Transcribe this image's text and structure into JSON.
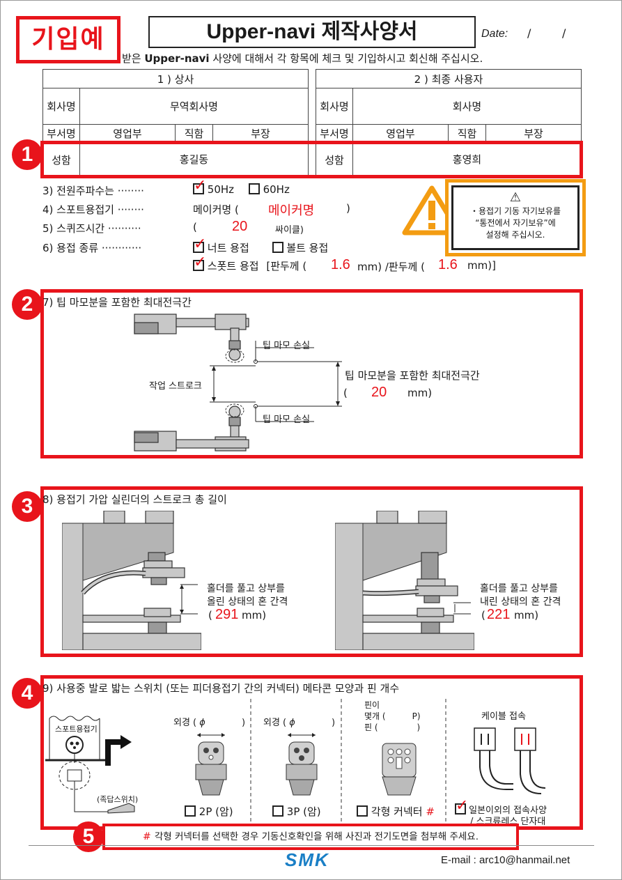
{
  "header": {
    "example_badge": "기입예",
    "title": "Upper-navi 제작사양서",
    "date_label": "Date:",
    "date_sep1": "/",
    "date_sep2": "/",
    "subtitle_prefix": "받은 ",
    "subtitle_brand": "Upper-navi",
    "subtitle_rest": " 사양에 대해서 각 항목에 체크 및 기입하시고 회신해 주십시오."
  },
  "table": {
    "left": {
      "heading": "1 ) 상사",
      "company_label": "회사명",
      "company_value": "무역회사명",
      "dept_label": "부서명",
      "dept_value": "영업부",
      "position_label": "직함",
      "position_value": "부장",
      "name_label": "성함",
      "name_value": "홍길동"
    },
    "right": {
      "heading": "2 ) 최종 사용자",
      "company_label": "회사명",
      "company_value": "회사명",
      "dept_label": "부서명",
      "dept_value": "영업부",
      "position_label": "직함",
      "position_value": "부장",
      "name_label": "성함",
      "name_value": "홍영희"
    }
  },
  "badges": [
    "1",
    "2",
    "3",
    "4",
    "5"
  ],
  "items": {
    "freq_label": "3) 전원주파수는 ········",
    "freq_opt1": "50Hz",
    "freq_opt1_checked": true,
    "freq_opt2": "60Hz",
    "freq_opt2_checked": false,
    "welder_label": "4) 스포트용접기 ········",
    "welder_text": "메이커명 (",
    "welder_value": "메이커명",
    "welder_close": ")",
    "squeeze_label": "5) 스퀴즈시간 ··········",
    "squeeze_open": "(",
    "squeeze_value": "20",
    "squeeze_unit": "싸이클)",
    "weld_label": "6) 용접 종류 ············",
    "weld_opt1": "너트 용접",
    "weld_opt1_checked": true,
    "weld_opt2": "볼트 용접",
    "weld_opt2_checked": false,
    "weld_opt3": "스폿트 용접",
    "weld_opt3_checked": true,
    "thickness_text1": "[판두께 (",
    "thickness_value1": "1.6",
    "thickness_text2": "mm) /판두께 (",
    "thickness_value2": "1.6",
    "thickness_text3": "mm)]"
  },
  "warning": {
    "symbol": "⚠",
    "line1": "・용접기 기동 자기보유를",
    "line2": "“통전에서 자기보유”에",
    "line3": "설정해 주십시오."
  },
  "section7": {
    "title": "7) 팁 마모분을 포함한 최대전극간",
    "wear_top": "팁 마모 손실",
    "wear_bottom": "팁 마모 손실",
    "stroke_label": "작업 스트로크",
    "max_label": "팁 마모분을 포함한 최대전극간",
    "open": "(",
    "value": "20",
    "unit": "mm)"
  },
  "section8": {
    "title": "8) 용접기 가압 실린더의 스트로크 총 길이",
    "left_line1": "홀더를 풀고 상부를",
    "left_line2": "올린 상태의 혼 간격",
    "left_open": "(",
    "left_value": "291",
    "left_unit": "mm)",
    "right_line1": "홀더를 풀고 상부를",
    "right_line2": "내린 상태의 혼 간격",
    "right_open": "(",
    "right_value": "221",
    "right_unit": "mm)"
  },
  "section9": {
    "title": "9) 사용중 발로 밟는 스위치 (또는 피더용접기 간의 커넥터) 메타콘 모양과 핀 개수",
    "welder_label": "스포트용접기",
    "foot_switch": "(족답스위치)",
    "col1_label": "외경 (",
    "col1_phi": "ϕ",
    "col1_close": ")",
    "col2_label": "외경 (",
    "col2_phi": "ϕ",
    "col2_close": ")",
    "col3_line1": "핀이",
    "col3_line2a": "몇개 (",
    "col3_line2b": "P)",
    "col3_line3a": "핀 (",
    "col3_line3b": ")",
    "col4_label": "케이블 접속",
    "opt_2p": "2P (암)",
    "opt_2p_checked": false,
    "opt_3p": "3P (암)",
    "opt_3p_checked": false,
    "opt_square": "각형 커넥터",
    "opt_square_mark": "#",
    "opt_square_checked": false,
    "opt_other_line1": "일본이외의 접속사양",
    "opt_other_line2": "/ 스크류레스 단자대",
    "opt_other_checked": true
  },
  "note": {
    "mark": "#",
    "text": "각형 커넥터를 선택한 경우 기동신호확인을 위해 사진과 전기도면을 첨부해 주세요."
  },
  "footer": {
    "logo": "SMK",
    "email": "E-mail : arc10@hanmail.net"
  },
  "colors": {
    "accent": "#e8141b",
    "warning": "#f39c12",
    "logo": "#1a7fc6"
  }
}
